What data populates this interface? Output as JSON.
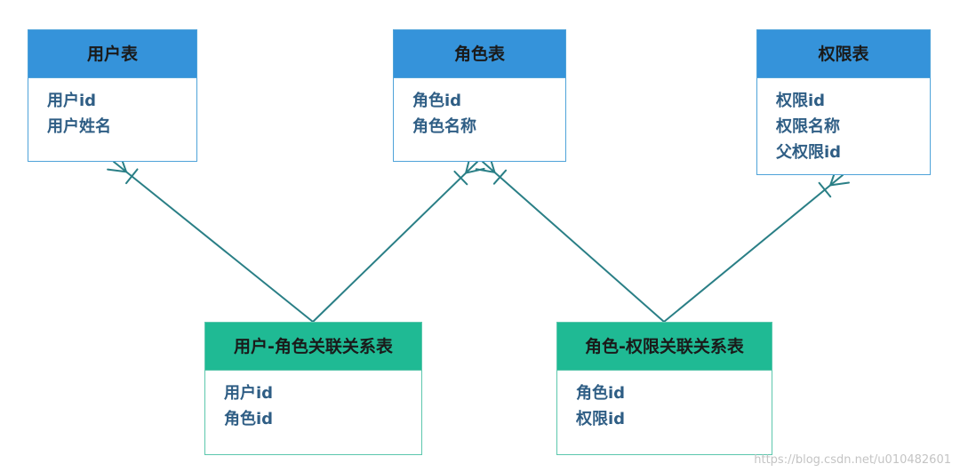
{
  "entities": [
    {
      "key": "user",
      "title": "用户表",
      "fields": [
        "用户id",
        "用户姓名"
      ],
      "color": "#3593da"
    },
    {
      "key": "role",
      "title": "角色表",
      "fields": [
        "角色id",
        "角色名称"
      ],
      "color": "#3593da"
    },
    {
      "key": "permission",
      "title": "权限表",
      "fields": [
        "权限id",
        "权限名称",
        "父权限id"
      ],
      "color": "#3593da"
    },
    {
      "key": "user-role",
      "title": "用户-角色关联关系表",
      "fields": [
        "用户id",
        "角色id"
      ],
      "color": "#1fba94"
    },
    {
      "key": "role-permission",
      "title": "角色-权限关联关系表",
      "fields": [
        "角色id",
        "权限id"
      ],
      "color": "#1fba94"
    }
  ],
  "relations": [
    {
      "from": "user-role",
      "to": "user",
      "type": "one-to-many"
    },
    {
      "from": "user-role",
      "to": "role",
      "type": "one-to-many"
    },
    {
      "from": "role-permission",
      "to": "role",
      "type": "one-to-many"
    },
    {
      "from": "role-permission",
      "to": "permission",
      "type": "one-to-many"
    }
  ],
  "colors": {
    "line": "#2a7f86",
    "header_blue": "#3593da",
    "header_green": "#1fba94",
    "field_text": "#2f5e85"
  },
  "watermark": "https://blog.csdn.net/u010482601"
}
